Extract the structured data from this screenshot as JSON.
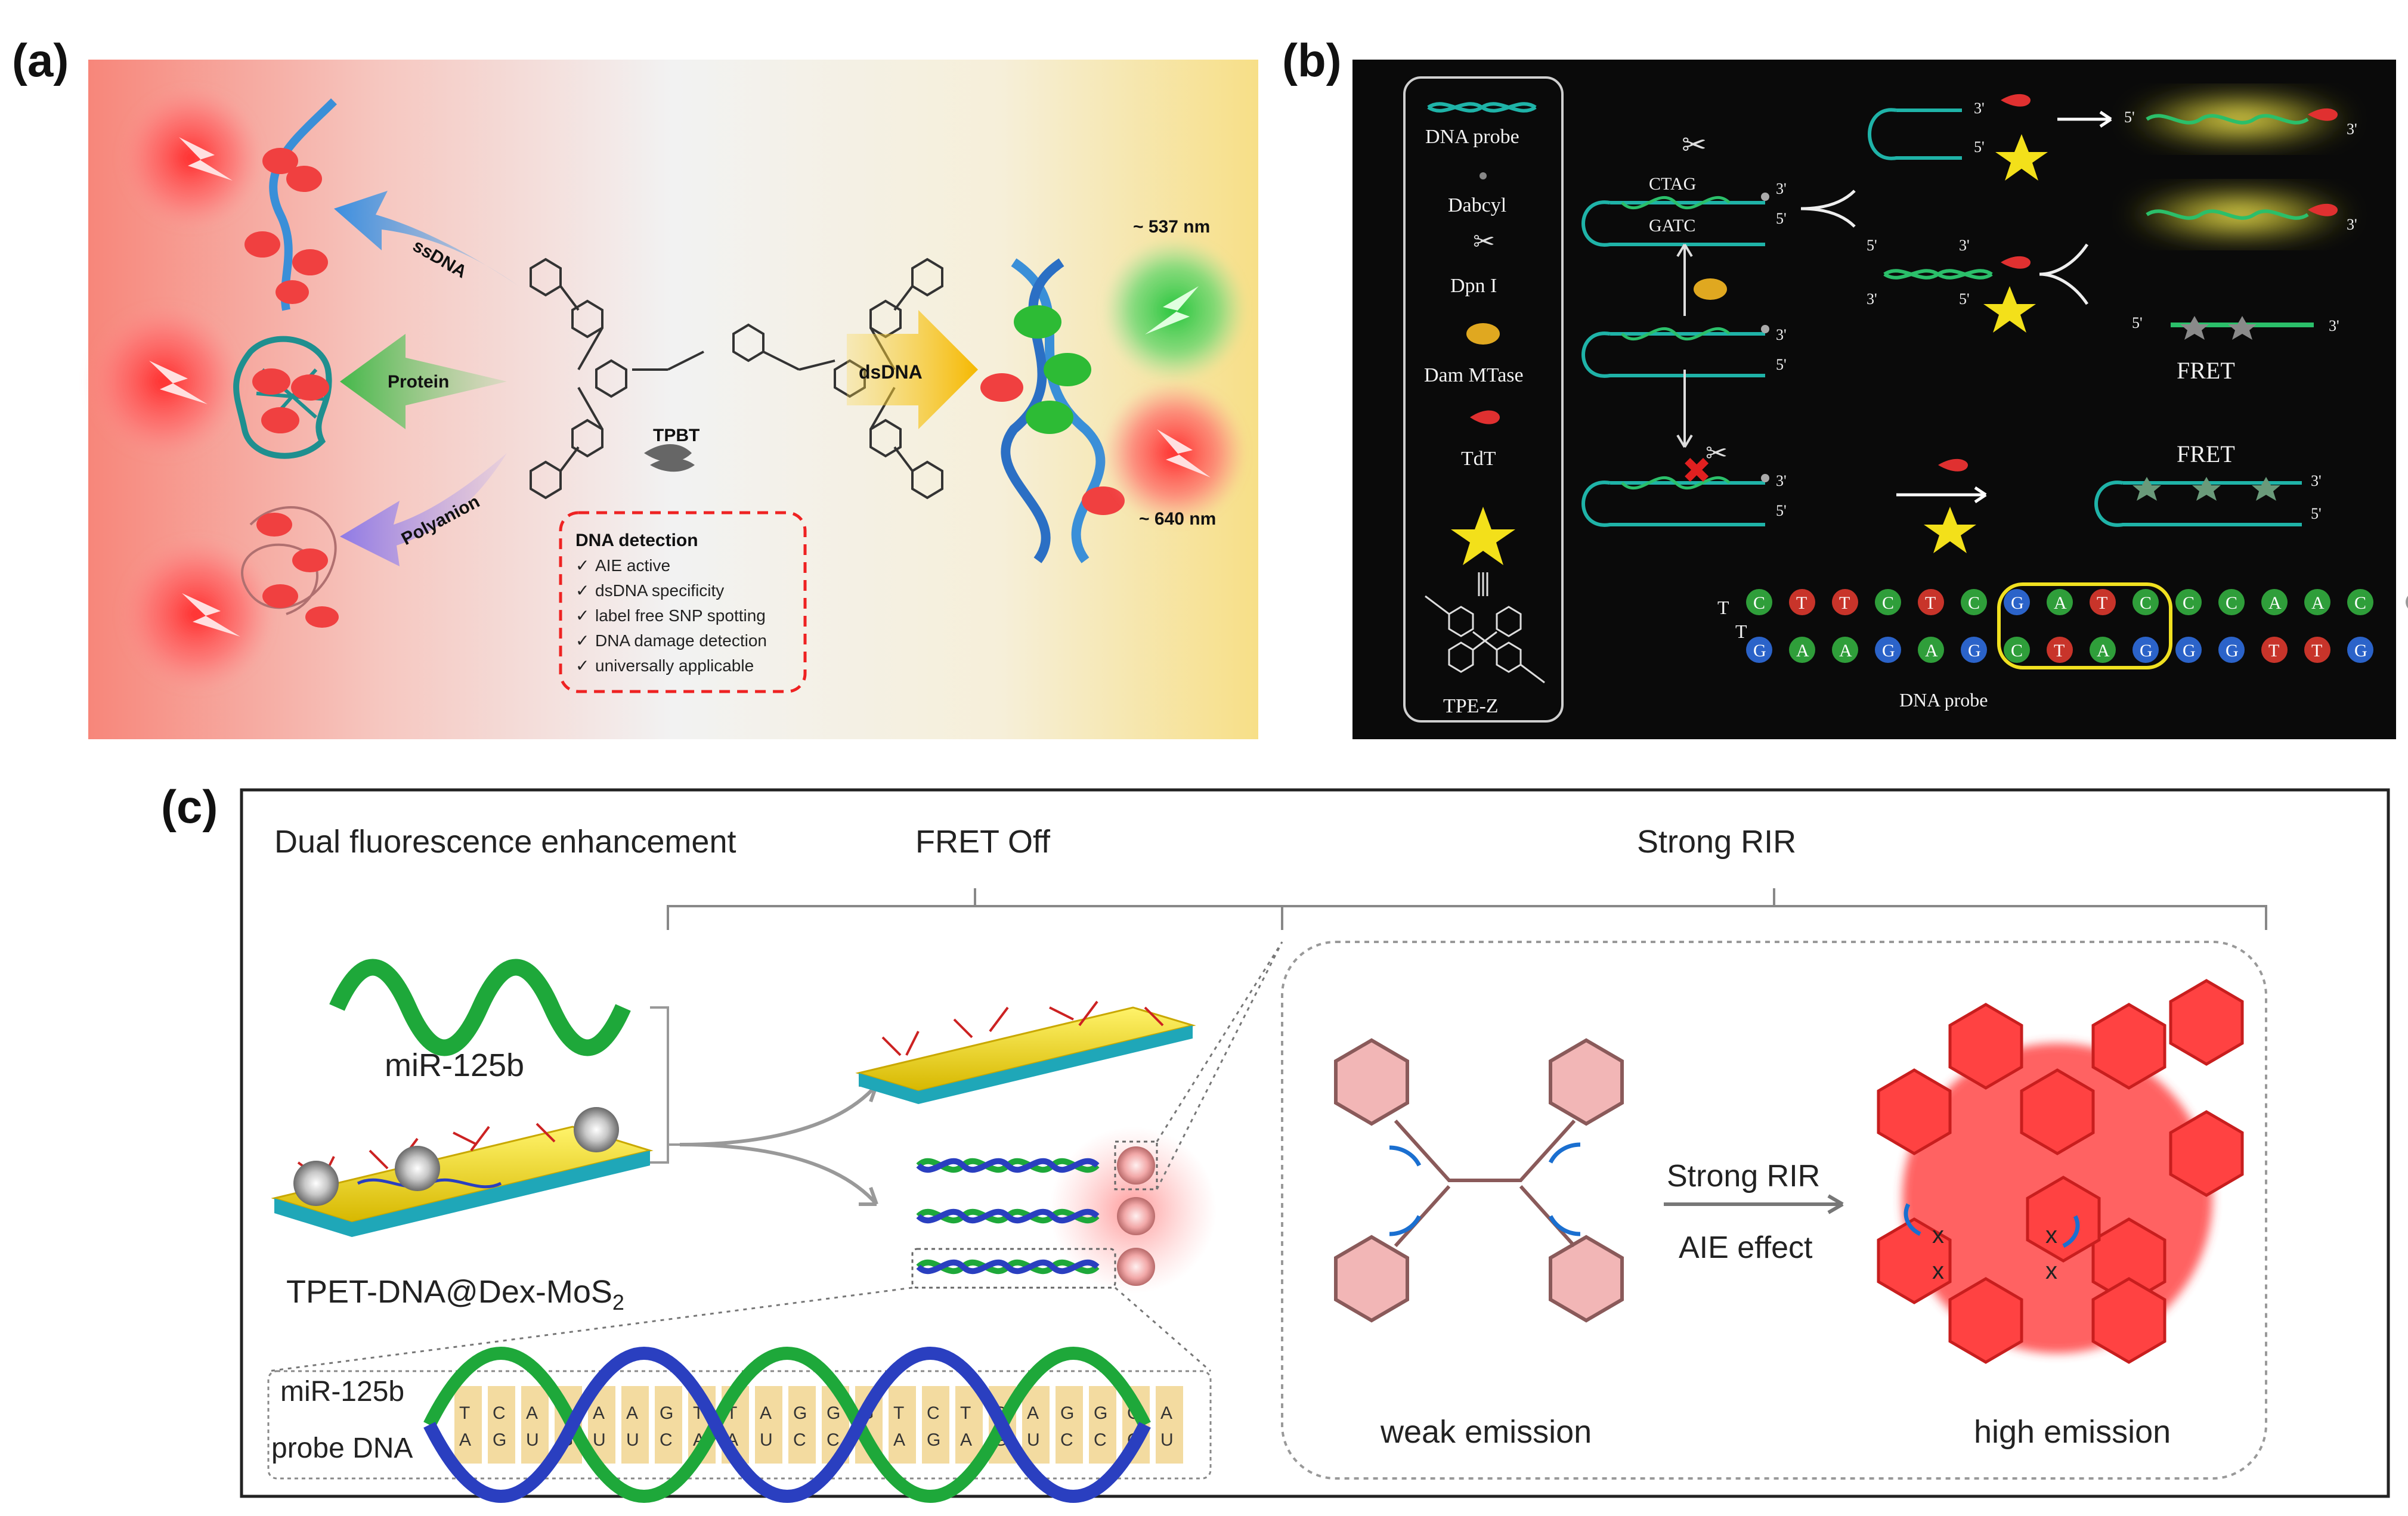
{
  "panels": {
    "a": {
      "label": "(a)",
      "arrows": {
        "ssDNA": "ssDNA",
        "protein": "Protein",
        "polyanion": "Polyanion",
        "dsDNA": "dsDNA"
      },
      "molecule": "TPBT",
      "wavelength_green": "~ 537 nm",
      "wavelength_red": "~ 640 nm",
      "box": {
        "title": "DNA detection",
        "items": [
          "AIE active",
          "dsDNA specificity",
          "label free SNP spotting",
          "DNA damage detection",
          "universally applicable"
        ]
      }
    },
    "b": {
      "label": "(b)",
      "legend": [
        "DNA probe",
        "Dabcyl",
        "Dpn I",
        "Dam MTase",
        "TdT",
        "TPE-Z"
      ],
      "sequences": {
        "top": "CTAG",
        "bottom": "GATC"
      },
      "end_3": "3'",
      "end_5": "5'",
      "fret_top": "FRET",
      "fret_bottom": "FRET",
      "probe_label": "DNA probe",
      "strand_top": [
        "C",
        "T",
        "T",
        "C",
        "T",
        "C",
        "G",
        "A",
        "T",
        "C",
        "C",
        "C",
        "A",
        "A",
        "C"
      ],
      "strand_bottom": [
        "G",
        "A",
        "A",
        "G",
        "A",
        "G",
        "C",
        "T",
        "A",
        "G",
        "G",
        "G",
        "T",
        "T",
        "G"
      ],
      "linker": [
        "T",
        "T"
      ],
      "colors": {
        "C": "#2f9e3a",
        "T": "#c8342a",
        "G": "#2b63c9",
        "A": "#2f9e3a"
      }
    },
    "c": {
      "label": "(c)",
      "header": {
        "left": "Dual fluorescence enhancement",
        "mid": "FRET Off",
        "right": "Strong RIR"
      },
      "mir": "miR-125b",
      "nanosheet": "TPET-DNA@Dex-MoS",
      "nanosheet_sub": "2",
      "legend_mir": "miR-125b",
      "legend_probe": "probe DNA",
      "pairs_top": [
        "T",
        "C",
        "A",
        "C",
        "A",
        "A",
        "G",
        "T",
        "T",
        "A",
        "G",
        "G",
        "G",
        "T",
        "C",
        "T",
        "C",
        "A",
        "G",
        "G",
        "G",
        "A"
      ],
      "pairs_bottom": [
        "A",
        "G",
        "U",
        "G",
        "U",
        "U",
        "C",
        "A",
        "A",
        "U",
        "C",
        "C",
        "C",
        "A",
        "G",
        "A",
        "G",
        "U",
        "C",
        "C",
        "C",
        "U"
      ],
      "arrow_top": "Strong RIR",
      "arrow_bottom": "AIE effect",
      "weak": "weak emission",
      "high": "high emission",
      "x_mark": "x"
    }
  }
}
